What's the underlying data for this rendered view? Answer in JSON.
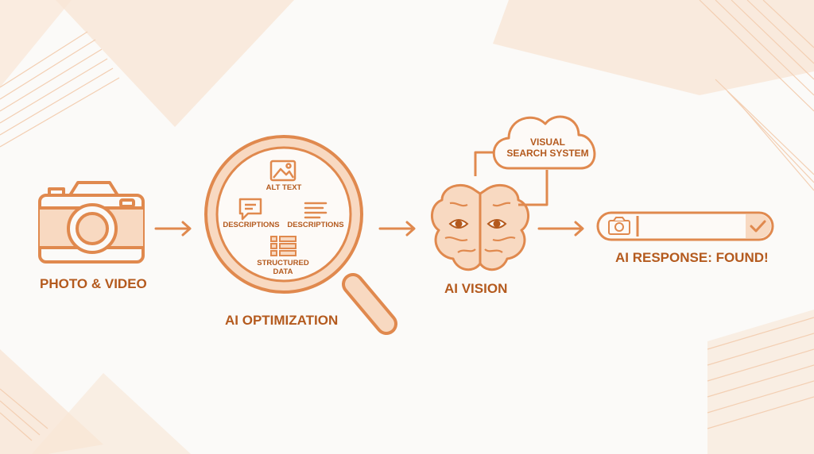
{
  "colors": {
    "accent": "#e0894e",
    "accent_dark": "#b45a1e",
    "fill_light": "#f8d9c1",
    "background": "#fbfaf8",
    "decor": "#f9e6d6"
  },
  "steps": {
    "photo_video": {
      "label": "PHOTO & VIDEO",
      "icon": "camera-icon"
    },
    "ai_optimization": {
      "label": "AI OPTIMIZATION",
      "icon": "magnifying-glass-icon",
      "items": {
        "alt_text": "ALT TEXT",
        "descriptions_left": "DESCRIPTIONS",
        "descriptions_right": "DESCRIPTIONS",
        "structured_data_line1": "STRUCTURED",
        "structured_data_line2": "DATA"
      }
    },
    "ai_vision": {
      "label": "AI VISION",
      "icon": "brain-icon"
    },
    "visual_search": {
      "line1": "VISUAL",
      "line2": "SEARCH SYSTEM",
      "icon": "cloud-icon"
    },
    "response": {
      "label": "AI RESPONSE: FOUND!",
      "icon": "check-icon"
    }
  }
}
